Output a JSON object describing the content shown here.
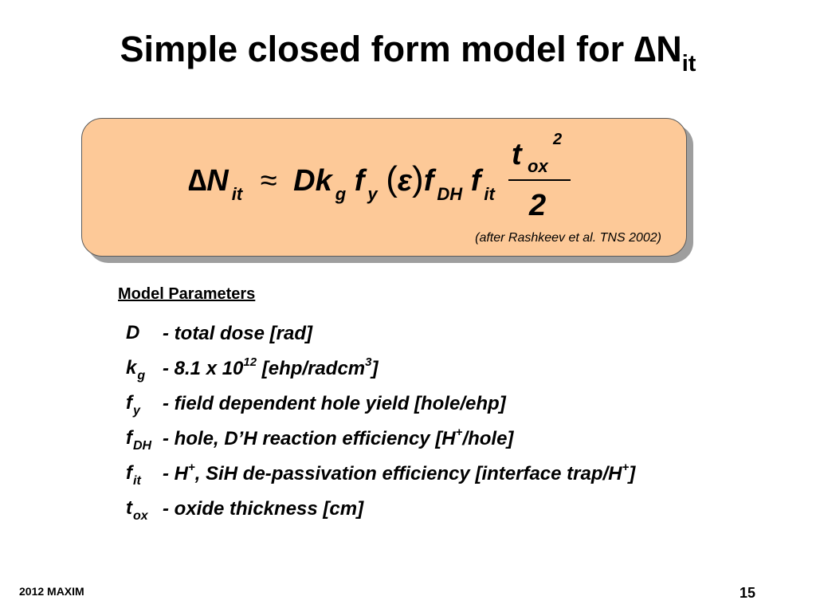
{
  "slide": {
    "title_main": "Simple closed form model for ",
    "title_delta": "∆",
    "title_n": "N",
    "title_sub": "it"
  },
  "formula": {
    "delta_n": "∆N",
    "sub_it": "it",
    "approx": "≈",
    "dk": "Dk",
    "sub_g": "g",
    "f1": "f",
    "sub_y": "y",
    "paren_open": "(",
    "epsilon": "ε",
    "vector_arrow": "→",
    "paren_close": ")",
    "f2": "f",
    "sub_dh": "DH",
    "f3": "f",
    "sub_it2": "it",
    "frac_num": "t",
    "frac_num_sub": "ox",
    "frac_num_exp": "2",
    "frac_den": "2",
    "citation": "(after Rashkeev et al. TNS 2002)"
  },
  "parameters": {
    "heading": "Model Parameters",
    "rows": [
      {
        "sym": "D",
        "sub": "",
        "pre": "- total dose [rad]",
        "sup1": "",
        "mid": "",
        "sup2": "",
        "post": ""
      },
      {
        "sym": "k",
        "sub": "g",
        "pre": "- 8.1 x 10",
        "sup1": "12",
        "mid": " [ehp/radcm",
        "sup2": "3",
        "post": "]"
      },
      {
        "sym": "f",
        "sub": "y",
        "pre": "- field dependent hole yield [hole/ehp]",
        "sup1": "",
        "mid": "",
        "sup2": "",
        "post": ""
      },
      {
        "sym": "f",
        "sub": "DH",
        "pre": "- hole, D’H reaction efficiency [H",
        "sup1": "+",
        "mid": "/hole]",
        "sup2": "",
        "post": ""
      },
      {
        "sym": "f",
        "sub": "it",
        "pre": "- H",
        "sup1": "+",
        "mid": ", SiH de-passivation efficiency [interface trap/H",
        "sup2": "+",
        "post": "]"
      },
      {
        "sym": "t",
        "sub": "ox",
        "pre": "- oxide thickness [cm]",
        "sup1": "",
        "mid": "",
        "sup2": "",
        "post": ""
      }
    ]
  },
  "footer": {
    "left": "2012 MAXIM",
    "page_number": "15"
  }
}
